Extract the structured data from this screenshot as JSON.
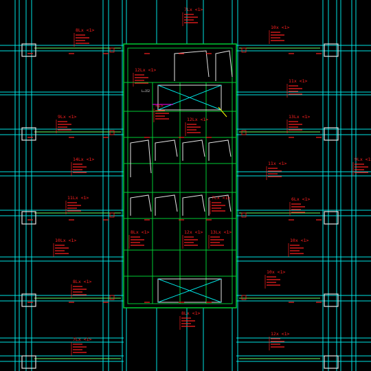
{
  "colors": {
    "background": "#000000",
    "grid": "#00e5e5",
    "core": "#00cc33",
    "beam": "#66ff66",
    "column": "#e6e6e6",
    "annotation": "#ff2020",
    "highlight": "#ffff00",
    "accent": "#ff00ff"
  },
  "tags": [
    "7Lx <1>",
    "8Lx <1>",
    "10x <1>",
    "12Lx <1>",
    "11x <1>",
    "9Lx <1>",
    "13Lx <1>",
    "12Lx <1>",
    "14Lx <1>",
    "11x <1>",
    "11Lx <1>",
    "6Lx <1>",
    "10Lx <1>",
    "8Lx <1>",
    "12x <1>",
    "13Lx <1>",
    "10x <1>",
    "8Lx <1>",
    "10x <1>",
    "8Lx <1>",
    "7Lx <1>",
    "12x <1>",
    "<1>",
    "9Lx <1>",
    "7Lx <1>"
  ],
  "stairs_label": "L=152"
}
